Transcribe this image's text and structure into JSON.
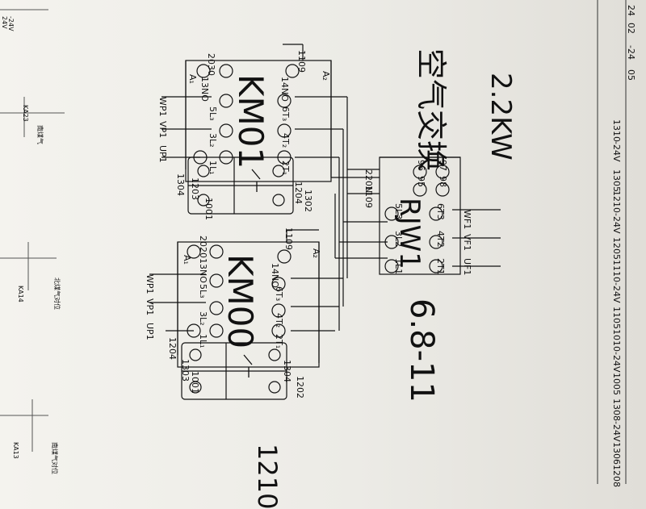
{
  "title": {
    "text": "空气交换",
    "power": "2.2KW"
  },
  "date": "6.8-11",
  "sheet_number": "1210",
  "km01": {
    "name": "KM01",
    "labels": {
      "top_right": "2030",
      "top_left_a1": "A₁",
      "no13": "13NO",
      "no14": "14NO",
      "a2": "A₂",
      "l1": "1L₁",
      "l2": "3L₂",
      "l3": "5L₃",
      "t1": "2T₁",
      "t2": "4T₂",
      "t3": "6T₃"
    },
    "wires": {
      "wp": "WP1",
      "vp": "VP1",
      "up": "UP1",
      "w1304": "1304",
      "w1203": "1203",
      "w1001": "1001",
      "w1204": "1204",
      "w1302": "1302",
      "w1109": "1109"
    }
  },
  "km00": {
    "name": "KM00",
    "labels": {
      "top_right": "2020",
      "a1": "A₁",
      "no13": "13NO",
      "no14": "14NO",
      "a2": "A₂",
      "l1": "1L₁",
      "l2": "3L₂",
      "l3": "5L₃",
      "t1": "2T₁",
      "t2": "4T₂",
      "t3": "6T₃"
    },
    "wires": {
      "wp": "WP1",
      "vp": "VP1",
      "up": "UP1",
      "w1204": "1204",
      "w1303": "1303",
      "w1001": "1001",
      "w1304": "1304",
      "w1202": "1202",
      "w1109": "1109"
    }
  },
  "rjw1": {
    "name": "RJW1",
    "labels": {
      "l1": "1L1",
      "l2": "3L2",
      "l3": "5L3",
      "t1": "2T1",
      "t2": "4T2",
      "t3": "6T3",
      "c95": "95",
      "c96": "96",
      "c97": "97",
      "c98": "98"
    },
    "wires": {
      "w220n": "220N",
      "w1109": "1109",
      "wf": "WF1",
      "vf": "VF1",
      "uf": "UF1"
    }
  },
  "right_strip": [
    "24",
    "02",
    "-24",
    "05",
    "1310",
    "-24V",
    "1305",
    "1210",
    "-24V",
    "1205",
    "1110",
    "-24V",
    "1105",
    "1010",
    "-24V",
    "1005",
    "1308",
    "-24V",
    "1306",
    "1208"
  ],
  "left_strip": {
    "ka23": "KA23",
    "ka14": "KA14",
    "ka13": "KA13",
    "n1": "南煤气",
    "n2": "北煤气对位",
    "n3": "南煤气对位",
    "v24a": "24V",
    "v24b": "-24V"
  }
}
